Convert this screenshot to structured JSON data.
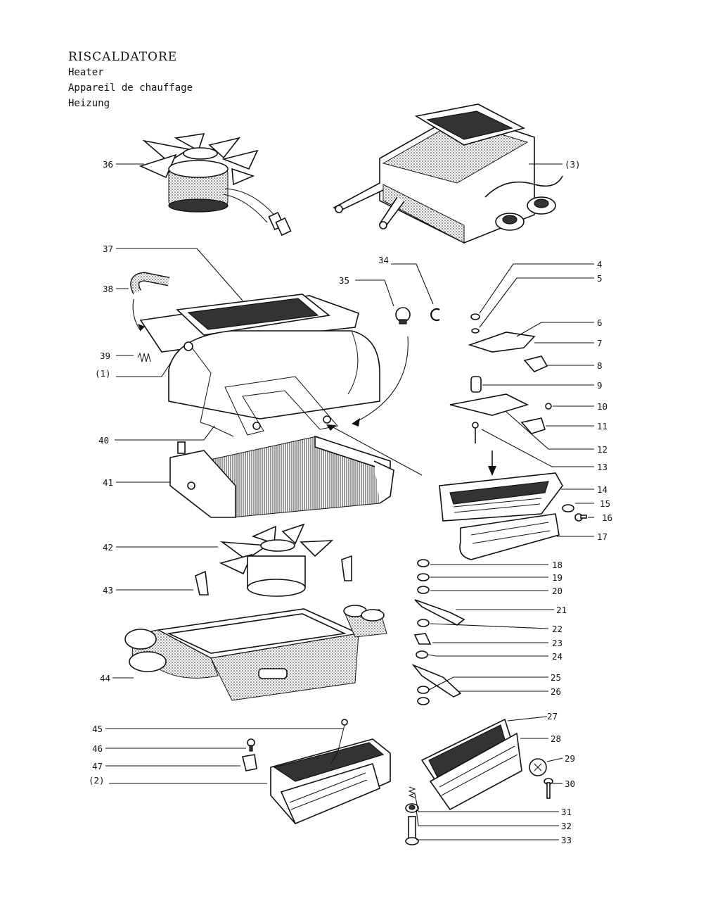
{
  "header": {
    "title_it": "RISCALDATORE",
    "title_en": "Heater",
    "title_fr": "Appareil de chauffage",
    "title_de": "Heizung"
  },
  "callouts": {
    "p1": "(1)",
    "p2": "(2)",
    "p3": "(3)",
    "n4": "4",
    "n5": "5",
    "n6": "6",
    "n7": "7",
    "n8": "8",
    "n9": "9",
    "n10": "10",
    "n11": "11",
    "n12": "12",
    "n13": "13",
    "n14": "14",
    "n15": "15",
    "n16": "16",
    "n17": "17",
    "n18": "18",
    "n19": "19",
    "n20": "20",
    "n21": "21",
    "n22": "22",
    "n23": "23",
    "n24": "24",
    "n25": "25",
    "n26": "26",
    "n27": "27",
    "n28": "28",
    "n29": "29",
    "n30": "30",
    "n31": "31",
    "n32": "32",
    "n33": "33",
    "n34": "34",
    "n35": "35",
    "n36": "36",
    "n37": "37",
    "n38": "38",
    "n39": "39",
    "n40": "40",
    "n41": "41",
    "n42": "42",
    "n43": "43",
    "n44": "44",
    "n45": "45",
    "n46": "46",
    "n47": "47"
  }
}
